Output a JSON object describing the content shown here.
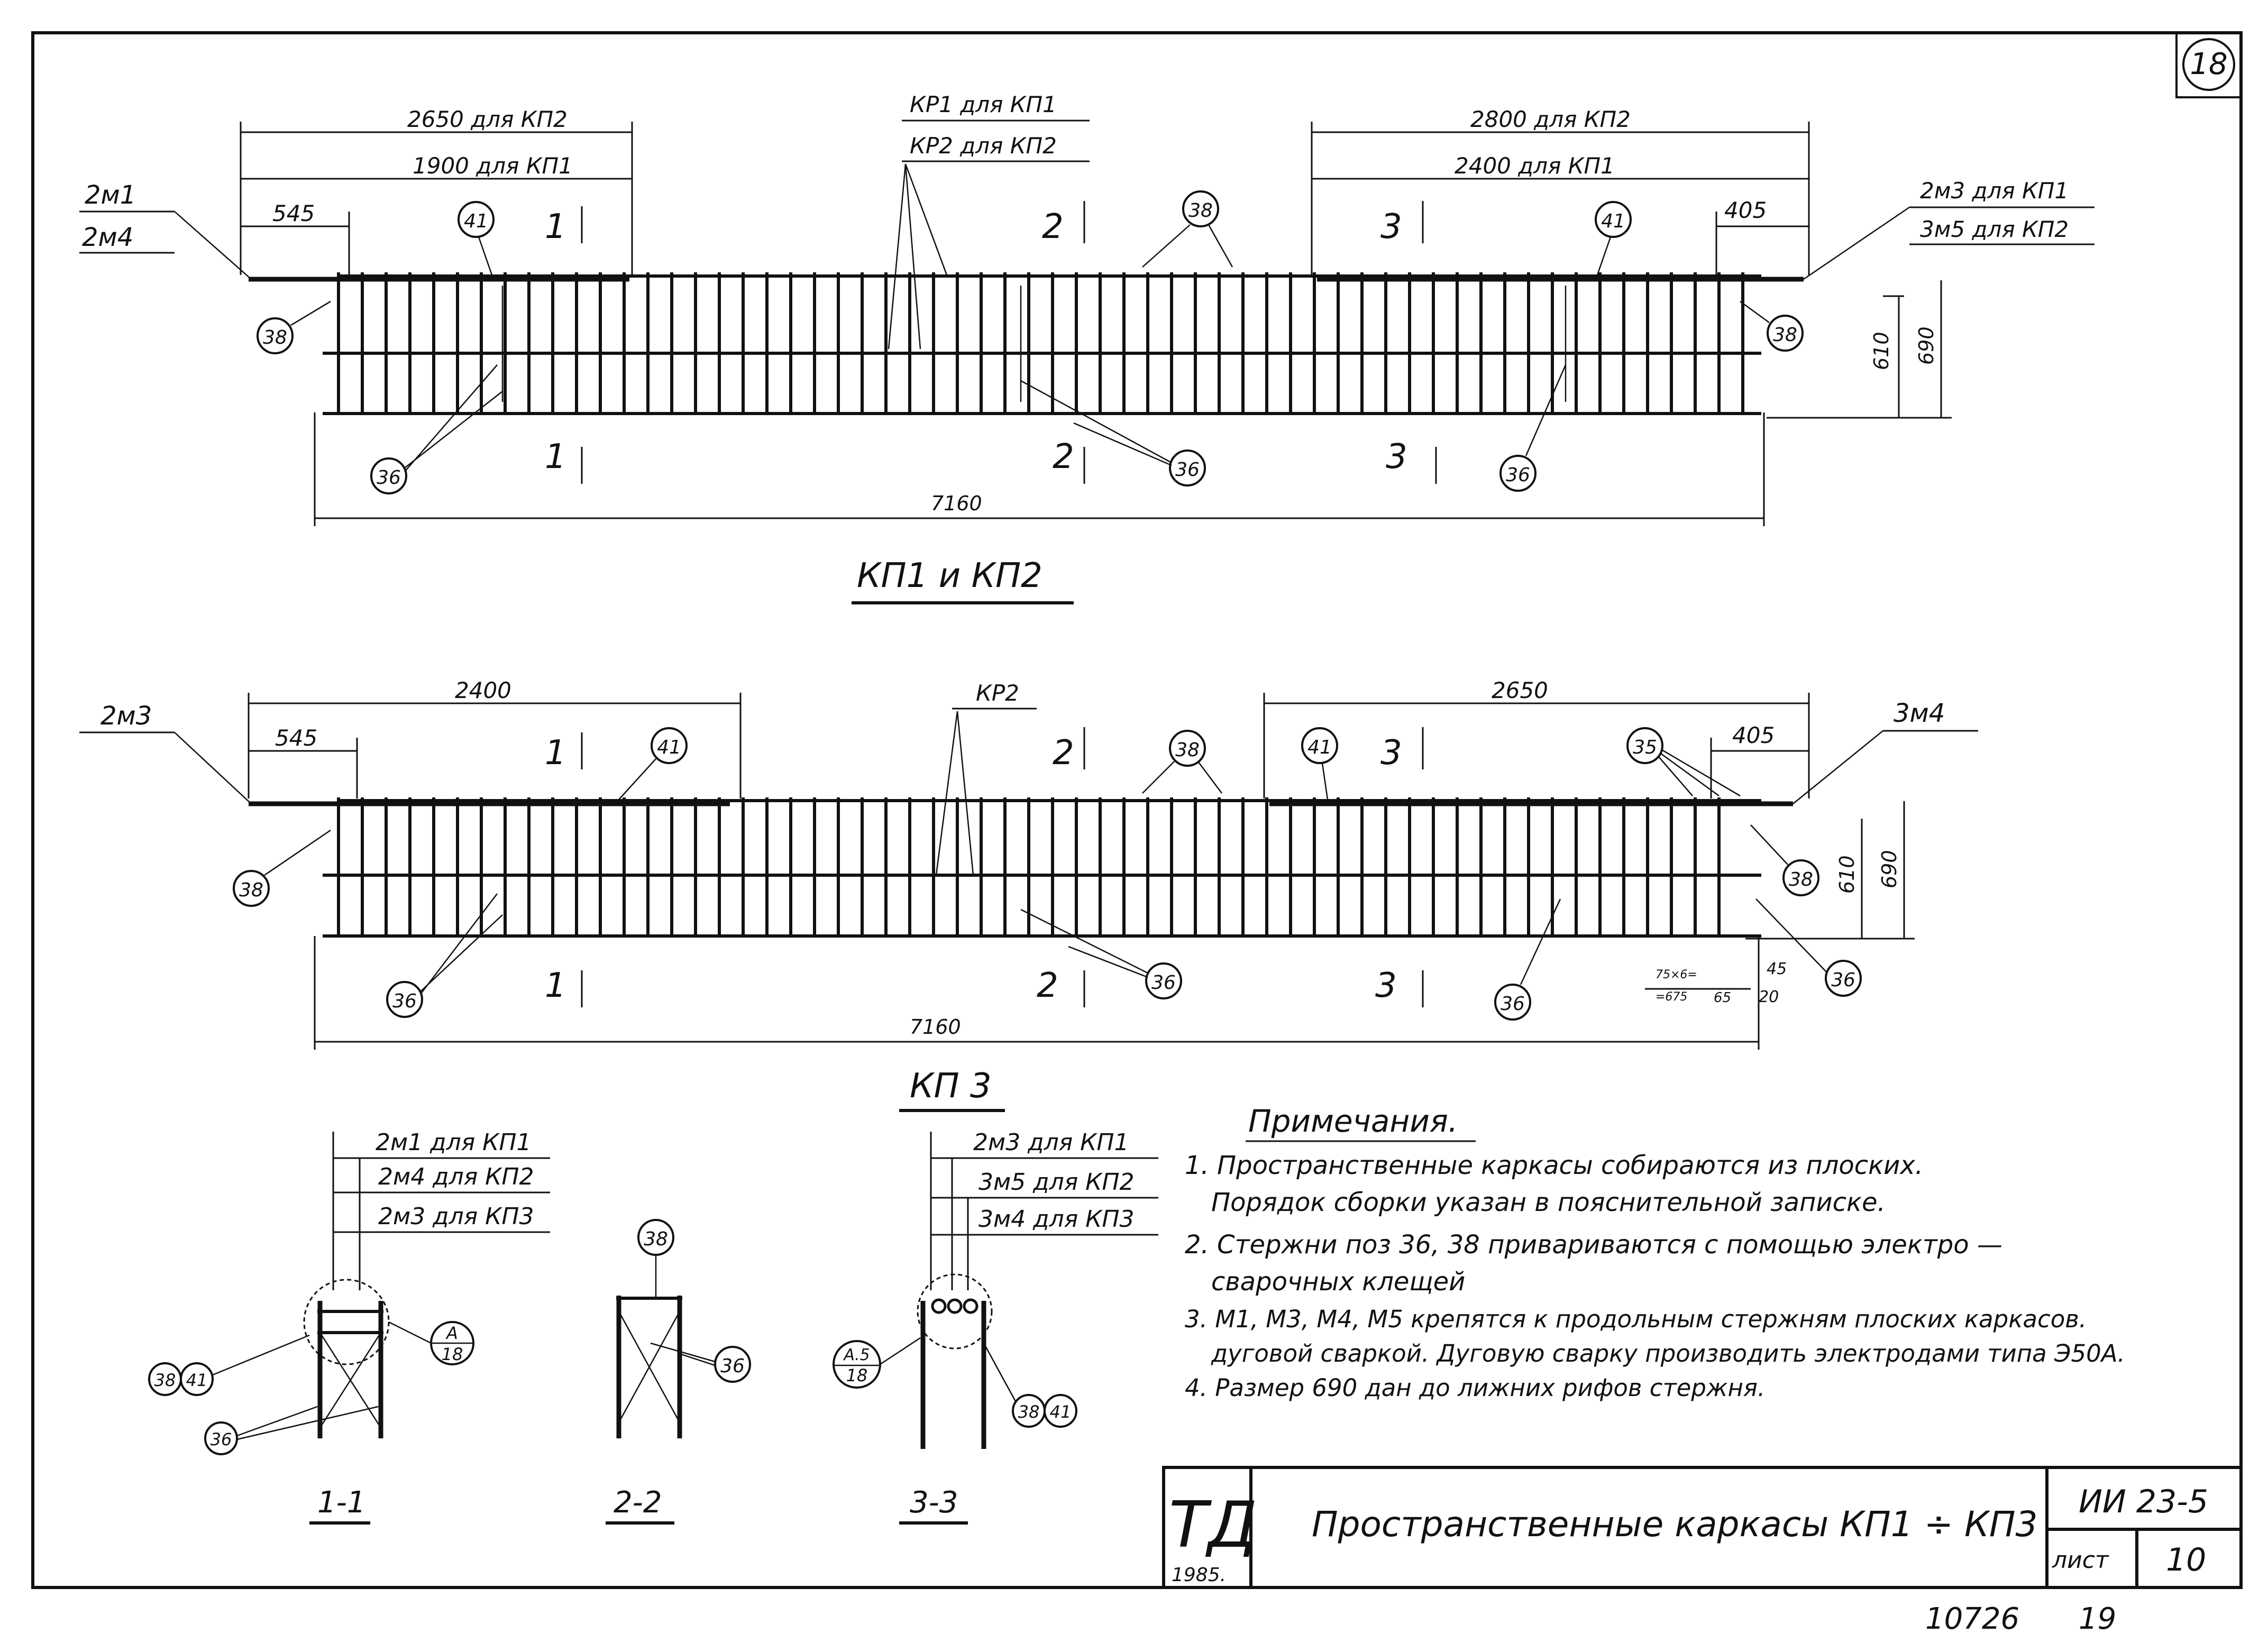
{
  "sheet_number": "18",
  "view1": {
    "title": "КП1 и КП2",
    "dim_2650": "2650 для КП2",
    "dim_1900": "1900 для КП1",
    "dim_545": "545",
    "dim_2800": "2800 для КП2",
    "dim_2400": "2400 для КП1",
    "dim_405": "405",
    "dim_7160": "7160",
    "dim_610": "610",
    "dim_690": "690",
    "label_kr1": "КР1 для КП1",
    "label_kr2": "КР2 для КП2",
    "label_left_top": "2м1",
    "label_left_bottom": "2м4",
    "label_right_top": "2м3 для КП1",
    "label_right_bottom": "3м5 для КП2",
    "sec1": "1",
    "sec2": "2",
    "sec3": "3",
    "pos38": "38",
    "pos41": "41",
    "pos36": "36"
  },
  "view2": {
    "title": "КП 3",
    "dim_2400": "2400",
    "dim_545": "545",
    "dim_2650": "2650",
    "dim_405": "405",
    "dim_7160": "7160",
    "dim_610": "610",
    "dim_690": "690",
    "dim_75x6": "75×6=",
    "dim_450": "=675",
    "dim_65": "65",
    "dim_45": "45",
    "dim_20": "20",
    "label_kr2": "КР2",
    "label_left": "2м3",
    "label_right": "3м4",
    "sec1": "1",
    "sec2": "2",
    "sec3": "3",
    "pos38": "38",
    "pos41": "41",
    "pos36": "36",
    "pos35": "35"
  },
  "sections": {
    "s1_title": "1-1",
    "s2_title": "2-2",
    "s3_title": "3-3",
    "s1_label_a": "2м1 для КП1",
    "s1_label_b": "2м4 для КП2",
    "s1_label_c": "2м3 для КП3",
    "s3_label_a": "2м3 для КП1",
    "s3_label_b": "3м5 для КП2",
    "s3_label_c": "3м4 для КП3",
    "ref_a": "А",
    "ref_sheet": "18",
    "ref_a5": "А.5",
    "pos38": "38",
    "pos41": "41",
    "pos36": "36"
  },
  "notes": {
    "title": "Примечания.",
    "n1a": "1. Пространственные каркасы собираются из плоских.",
    "n1b": "Порядок сборки указан в пояснительной записке.",
    "n2a": "2. Стержни поз 36, 38 привариваются с помощью электро —",
    "n2b": "сварочных клещей",
    "n3a": "3. М1, М3, М4, М5 крепятся к продольным стержням плоских каркасов.",
    "n3b": "дуговой сваркой. Дуговую сварку производить электродами типа Э50А.",
    "n4": "4. Размер 690 дан до лижних рифов стержня."
  },
  "titleblock": {
    "logo": "ТД",
    "year": "1985.",
    "title": "Пространственные каркасы КП1 ÷ КП3",
    "code": "ИИ 23-5",
    "sheet_label": "лист",
    "sheet_value": "10"
  },
  "footer": {
    "number": "10726",
    "page": "19"
  }
}
